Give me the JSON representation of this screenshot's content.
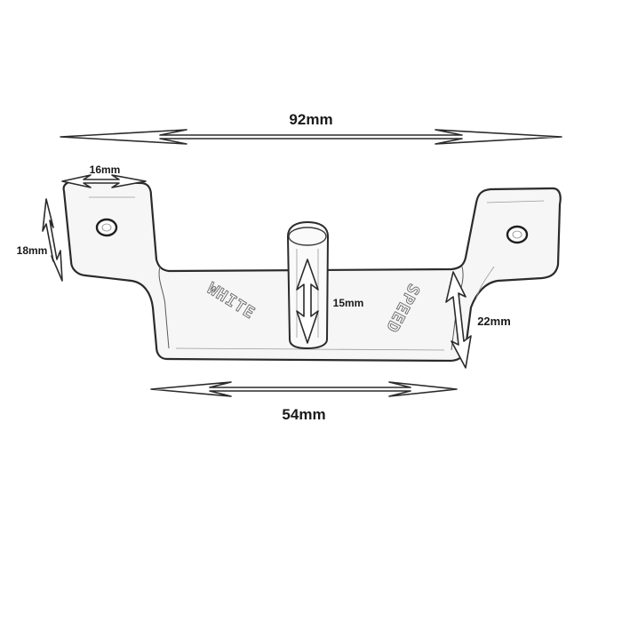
{
  "diagram": {
    "dimensions": {
      "overall_width": "92mm",
      "tab_width": "16mm",
      "tab_height": "18mm",
      "pin_height": "15mm",
      "bracket_depth": "22mm",
      "base_width": "54mm"
    },
    "stamps": {
      "left": "WHITE",
      "right": "SPEED"
    }
  }
}
